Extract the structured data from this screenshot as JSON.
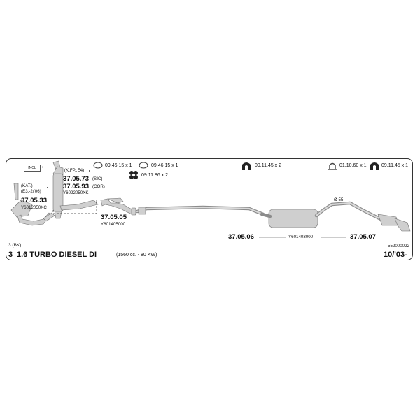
{
  "parts": {
    "cat_front": {
      "note1": "(KAT.)",
      "note2": "(E3,-2/'06)",
      "code": "37.05.33",
      "ref": "Y6012050XC"
    },
    "dpf": {
      "note": "(K.FP.,E4)",
      "code_a": "37.05.73",
      "suffix_a": "(SIC)",
      "code_b": "37.05.93",
      "suffix_b": "(COR)",
      "ref": "Y6022050XK"
    },
    "front_pipe": {
      "code": "37.05.05",
      "ref": "Y601405000"
    },
    "middle": {
      "code": "37.05.06",
      "ref": "Y601403000",
      "code_right": "37.05.07"
    },
    "diameter": "Ø 55",
    "label_box": "INCL"
  },
  "hardware": [
    {
      "icon": "gasket-ring-icon",
      "label": "09.46.15 x 1"
    },
    {
      "icon": "gasket-ring-icon",
      "label": "09.46.15 x 1"
    },
    {
      "icon": "clamp-block-icon",
      "label": "09.11.86 x 2"
    },
    {
      "icon": "rubber-hanger-icon",
      "label": "09.11.45 x 2"
    },
    {
      "icon": "u-clamp-icon",
      "label": "01.10.60 x 1"
    },
    {
      "icon": "rubber-hanger-icon",
      "label": "09.11.45 x 1"
    }
  ],
  "footer": {
    "variant": "3 (BK)",
    "model_num": "3",
    "model": "1.6 TURBO DIESEL DI",
    "spec": "(1560 cc. - 80 KW)",
    "catalog": "552000022",
    "date": "10/'03-"
  },
  "colors": {
    "part_fill": "#cfcfcf",
    "part_stroke": "#6e6e6e",
    "border": "#333333"
  }
}
